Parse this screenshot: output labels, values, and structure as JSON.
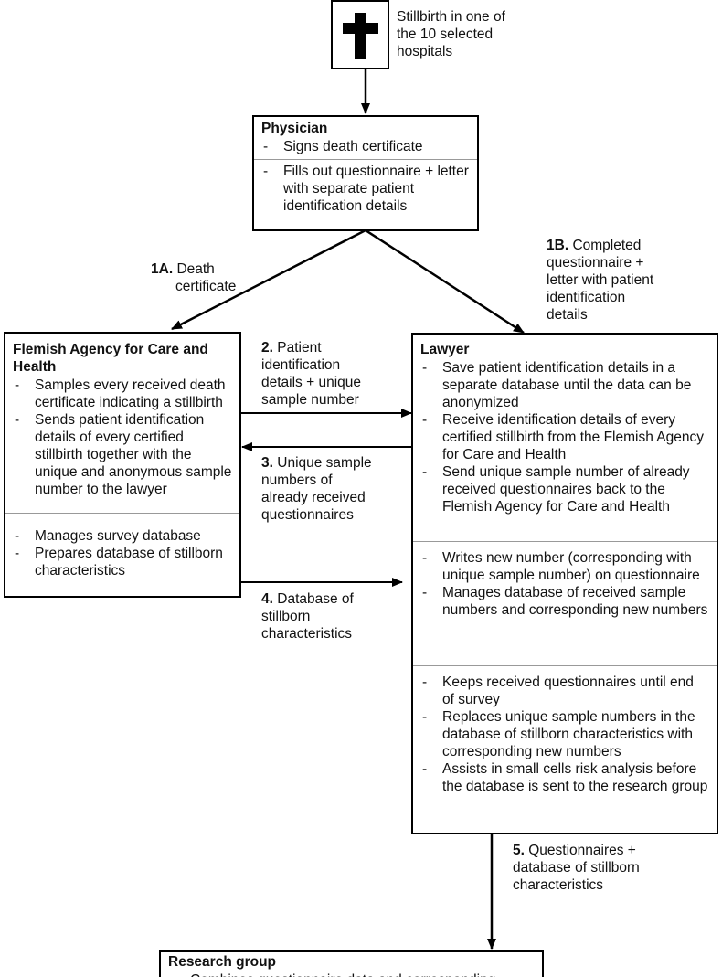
{
  "start": {
    "icon": "cross-icon",
    "text": [
      "Stillbirth in one of",
      "the 10 selected",
      "hospitals"
    ]
  },
  "physician": {
    "title": "Physician",
    "sections": [
      [
        "Signs death certificate"
      ],
      [
        "Fills out questionnaire + letter with separate patient identification details"
      ]
    ]
  },
  "agency": {
    "title": "Flemish Agency for Care and Health",
    "sections": [
      [
        "Samples every received death certificate indicating a stillbirth",
        "Sends patient identification details of every certified stillbirth together with the unique and anonymous sample number to the lawyer"
      ],
      [
        "Manages survey database",
        "Prepares database of stillborn characteristics"
      ]
    ]
  },
  "lawyer": {
    "title": "Lawyer",
    "sections": [
      [
        "Save patient identification details in a separate database until the data can be anonymized",
        "Receive identification details of every certified stillbirth from the Flemish Agency for Care and Health",
        "Send unique sample number of already received questionnaires back to the Flemish Agency for Care and Health"
      ],
      [
        "Writes new number (corresponding with unique sample number) on questionnaire",
        "Manages database of received sample numbers and corresponding new numbers"
      ],
      [
        "Keeps received questionnaires until end of survey",
        "Replaces unique sample numbers in the database of stillborn characteristics with corresponding new numbers",
        "Assists in small cells risk analysis before the database is sent to the research group"
      ]
    ]
  },
  "research": {
    "title": "Research group",
    "sections": [
      [
        "Combines questionnaire data and corresponding stillborn characteristics based on new numbers"
      ]
    ]
  },
  "flows": {
    "f1a": {
      "num": "1A.",
      "lines": [
        "Death",
        "certificate"
      ]
    },
    "f1b": {
      "num": "1B.",
      "lines": [
        "Completed",
        "questionnaire +",
        "letter with patient",
        "identification",
        "details"
      ]
    },
    "f2": {
      "num": "2.",
      "lines": [
        "Patient",
        "identification",
        "details + unique",
        "sample number"
      ]
    },
    "f3": {
      "num": "3.",
      "lines": [
        "Unique sample",
        "numbers of",
        "already received",
        "questionnaires"
      ]
    },
    "f4": {
      "num": "4.",
      "lines": [
        "Database of",
        "stillborn",
        "characteristics"
      ]
    },
    "f5": {
      "num": "5.",
      "lines": [
        "Questionnaires +",
        "database of stillborn",
        "characteristics"
      ]
    }
  }
}
